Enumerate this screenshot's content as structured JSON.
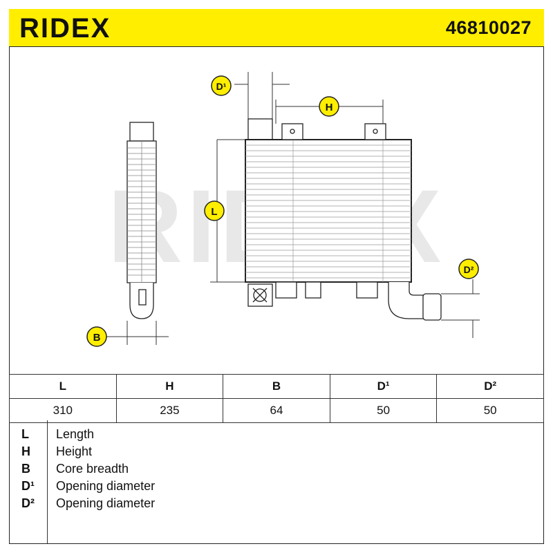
{
  "header": {
    "brand": "RIDEX",
    "part_number": "46810027"
  },
  "drawing": {
    "watermark": "RIDEX",
    "callouts": [
      "D¹",
      "H",
      "L",
      "D²",
      "B"
    ]
  },
  "table": {
    "headers": [
      "L",
      "H",
      "B",
      "D¹",
      "D²"
    ],
    "values": [
      "310",
      "235",
      "64",
      "50",
      "50"
    ]
  },
  "legend": [
    {
      "key": "L",
      "label": "Length"
    },
    {
      "key": "H",
      "label": "Height"
    },
    {
      "key": "B",
      "label": "Core breadth"
    },
    {
      "key": "D¹",
      "label": "Opening diameter"
    },
    {
      "key": "D²",
      "label": "Opening diameter"
    }
  ],
  "colors": {
    "brand_yellow": "#ffee00",
    "watermark": "#e6e6e6"
  }
}
